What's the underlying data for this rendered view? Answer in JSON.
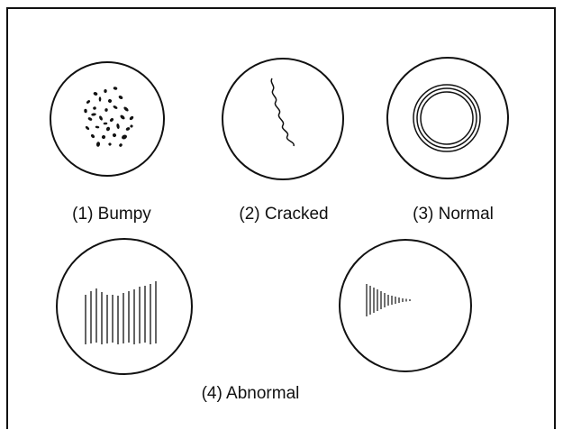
{
  "panels": [
    {
      "id": "bumpy",
      "label": "(1) Bumpy"
    },
    {
      "id": "cracked",
      "label": "(2) Cracked"
    },
    {
      "id": "normal",
      "label": "(3) Normal"
    }
  ],
  "abnormal": {
    "label": "(4) Abnormal"
  },
  "colors": {
    "ink": "#111111",
    "background": "#ffffff"
  }
}
